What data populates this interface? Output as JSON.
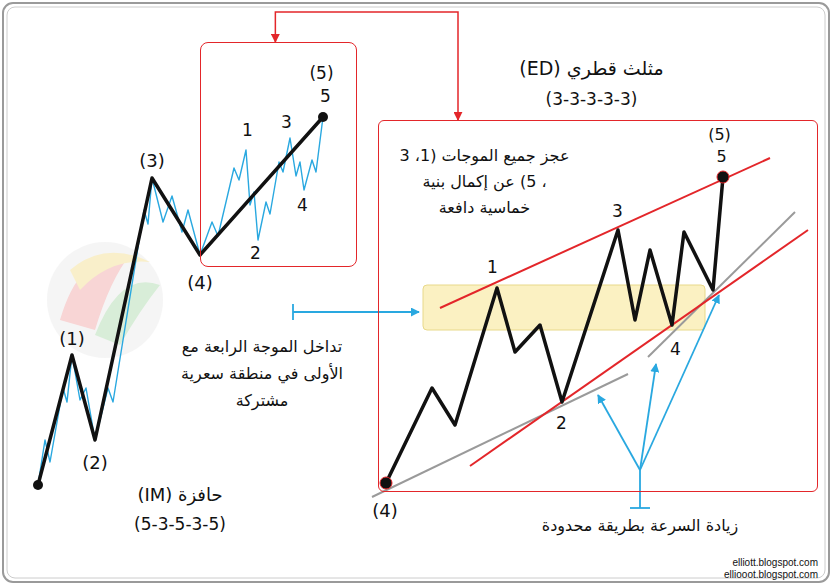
{
  "diagram": {
    "nodes": [
      {
        "text": [
          "(5)",
          "5",
          "1",
          "3",
          "4",
          "2"
        ]
      },
      {
        "text": [
          "مثلث قطري (ED)",
          "(3-3-3-3-3)",
          "عجز جميع الموجات (1، 3 ، 5) عن إكمال بنية خماسية دافعة",
          "(5)",
          "5",
          "3",
          "1",
          "2",
          "4"
        ]
      }
    ],
    "edges": [
      {
        "from": 0,
        "to": 1,
        "arrow": "both"
      }
    ],
    "labels": [
      "(1)",
      "(2)",
      "(3)",
      "(4)",
      "حافزة (IM)",
      "(5-3-5-3-5)",
      "(4)",
      "تداخل الموجة الرابعة مع الأولى في منطقة سعرية مشتركة",
      "زيادة السرعة بطريقة محدودة",
      "elliott.blogspot.com",
      "elliooot.blogspot.com"
    ]
  }
}
